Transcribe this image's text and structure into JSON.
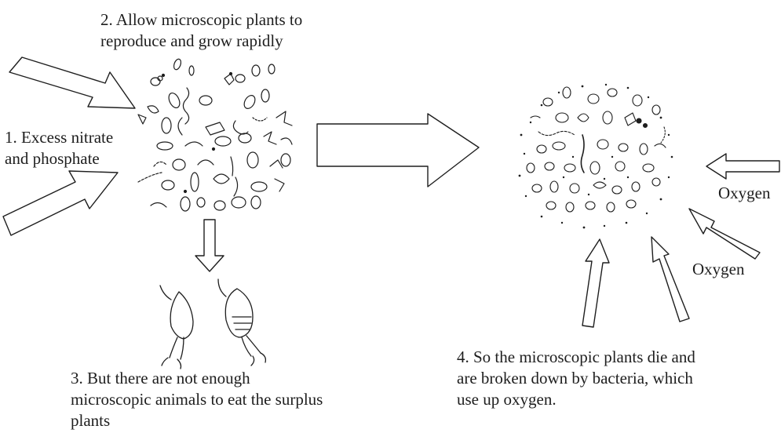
{
  "steps": [
    {
      "id": 1,
      "text": "1. Excess nitrate\n and phosphate"
    },
    {
      "id": 2,
      "text": "2. Allow microscopic plants to\nreproduce and grow rapidly"
    },
    {
      "id": 3,
      "text": "3. But there are not enough\nmicroscopic animals to eat the surplus\nplants"
    },
    {
      "id": 4,
      "text": "4. So the microscopic plants die and\nare broken down by bacteria, which\nuse up oxygen."
    }
  ],
  "oxygen_labels": [
    "Oxygen",
    "Oxygen"
  ],
  "colors": {
    "ink": "#1e1e1e",
    "paper": "#ffffff"
  }
}
